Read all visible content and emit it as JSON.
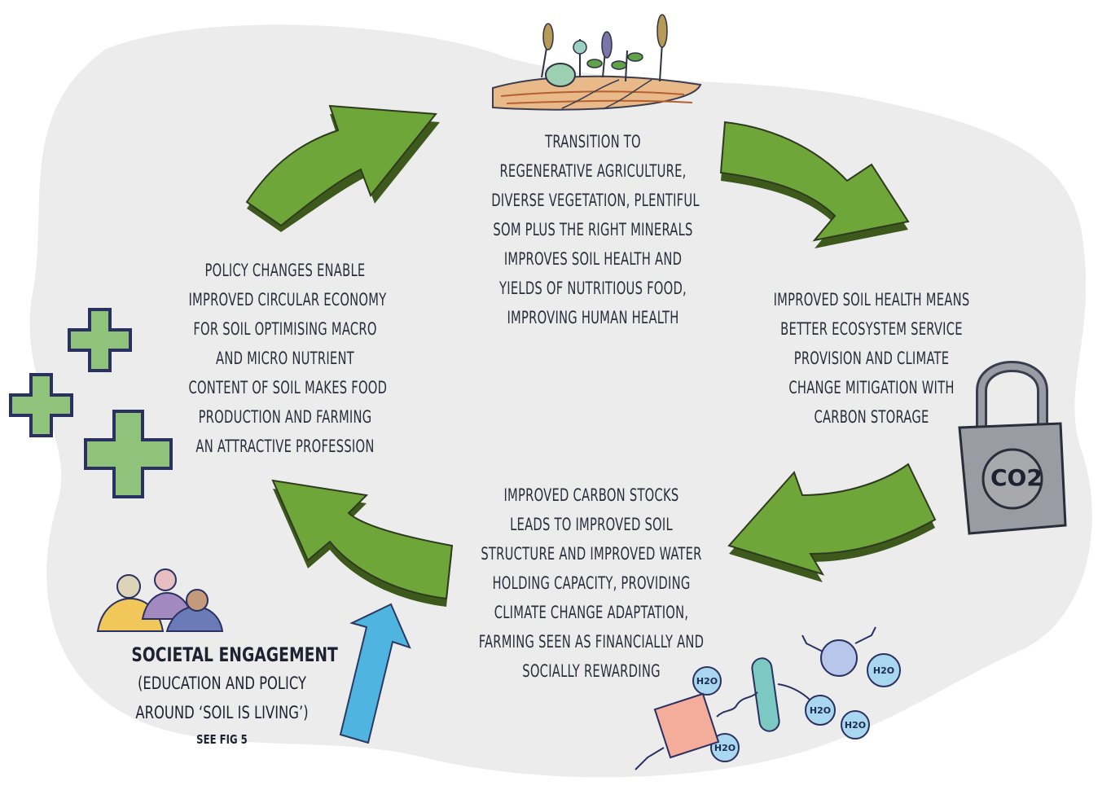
{
  "stages": {
    "top": {
      "lines": [
        "Transition to",
        "regenerative agriculture,",
        "diverse vegetation, plentiful",
        "SOM plus the right minerals",
        "improves soil health and",
        "yields of nutritious food,",
        "improving human health"
      ]
    },
    "right": {
      "lines": [
        "Improved soil health means",
        "better ecosystem service",
        "provision and climate",
        "change mitigation with",
        "carbon storage"
      ]
    },
    "bottom": {
      "lines": [
        "Improved carbon stocks",
        "leads to improved soil",
        "structure and improved water",
        "holding capacity, providing",
        "climate change adaptation,",
        "farming seen as financially and",
        "socially rewarding"
      ]
    },
    "left": {
      "lines": [
        "Policy changes enable",
        "improved circular economy",
        "for soil optimising macro",
        "and micro nutrient",
        "content of soil makes food",
        "production and farming",
        "an attractive profession"
      ]
    }
  },
  "societal": {
    "title": "Societal engagement",
    "line1": "(education and policy",
    "line2": "around ‘soil is living’)",
    "ref": "See fig 5"
  },
  "lock_label": "CO2",
  "molecule_label": "H2O",
  "colors": {
    "arrow_green": "#6ea63a",
    "arrow_dark": "#3d5a1c",
    "arrow_blue": "#4fb4e0",
    "cross_green": "#8fc27a",
    "background_blob": "#ececed"
  }
}
